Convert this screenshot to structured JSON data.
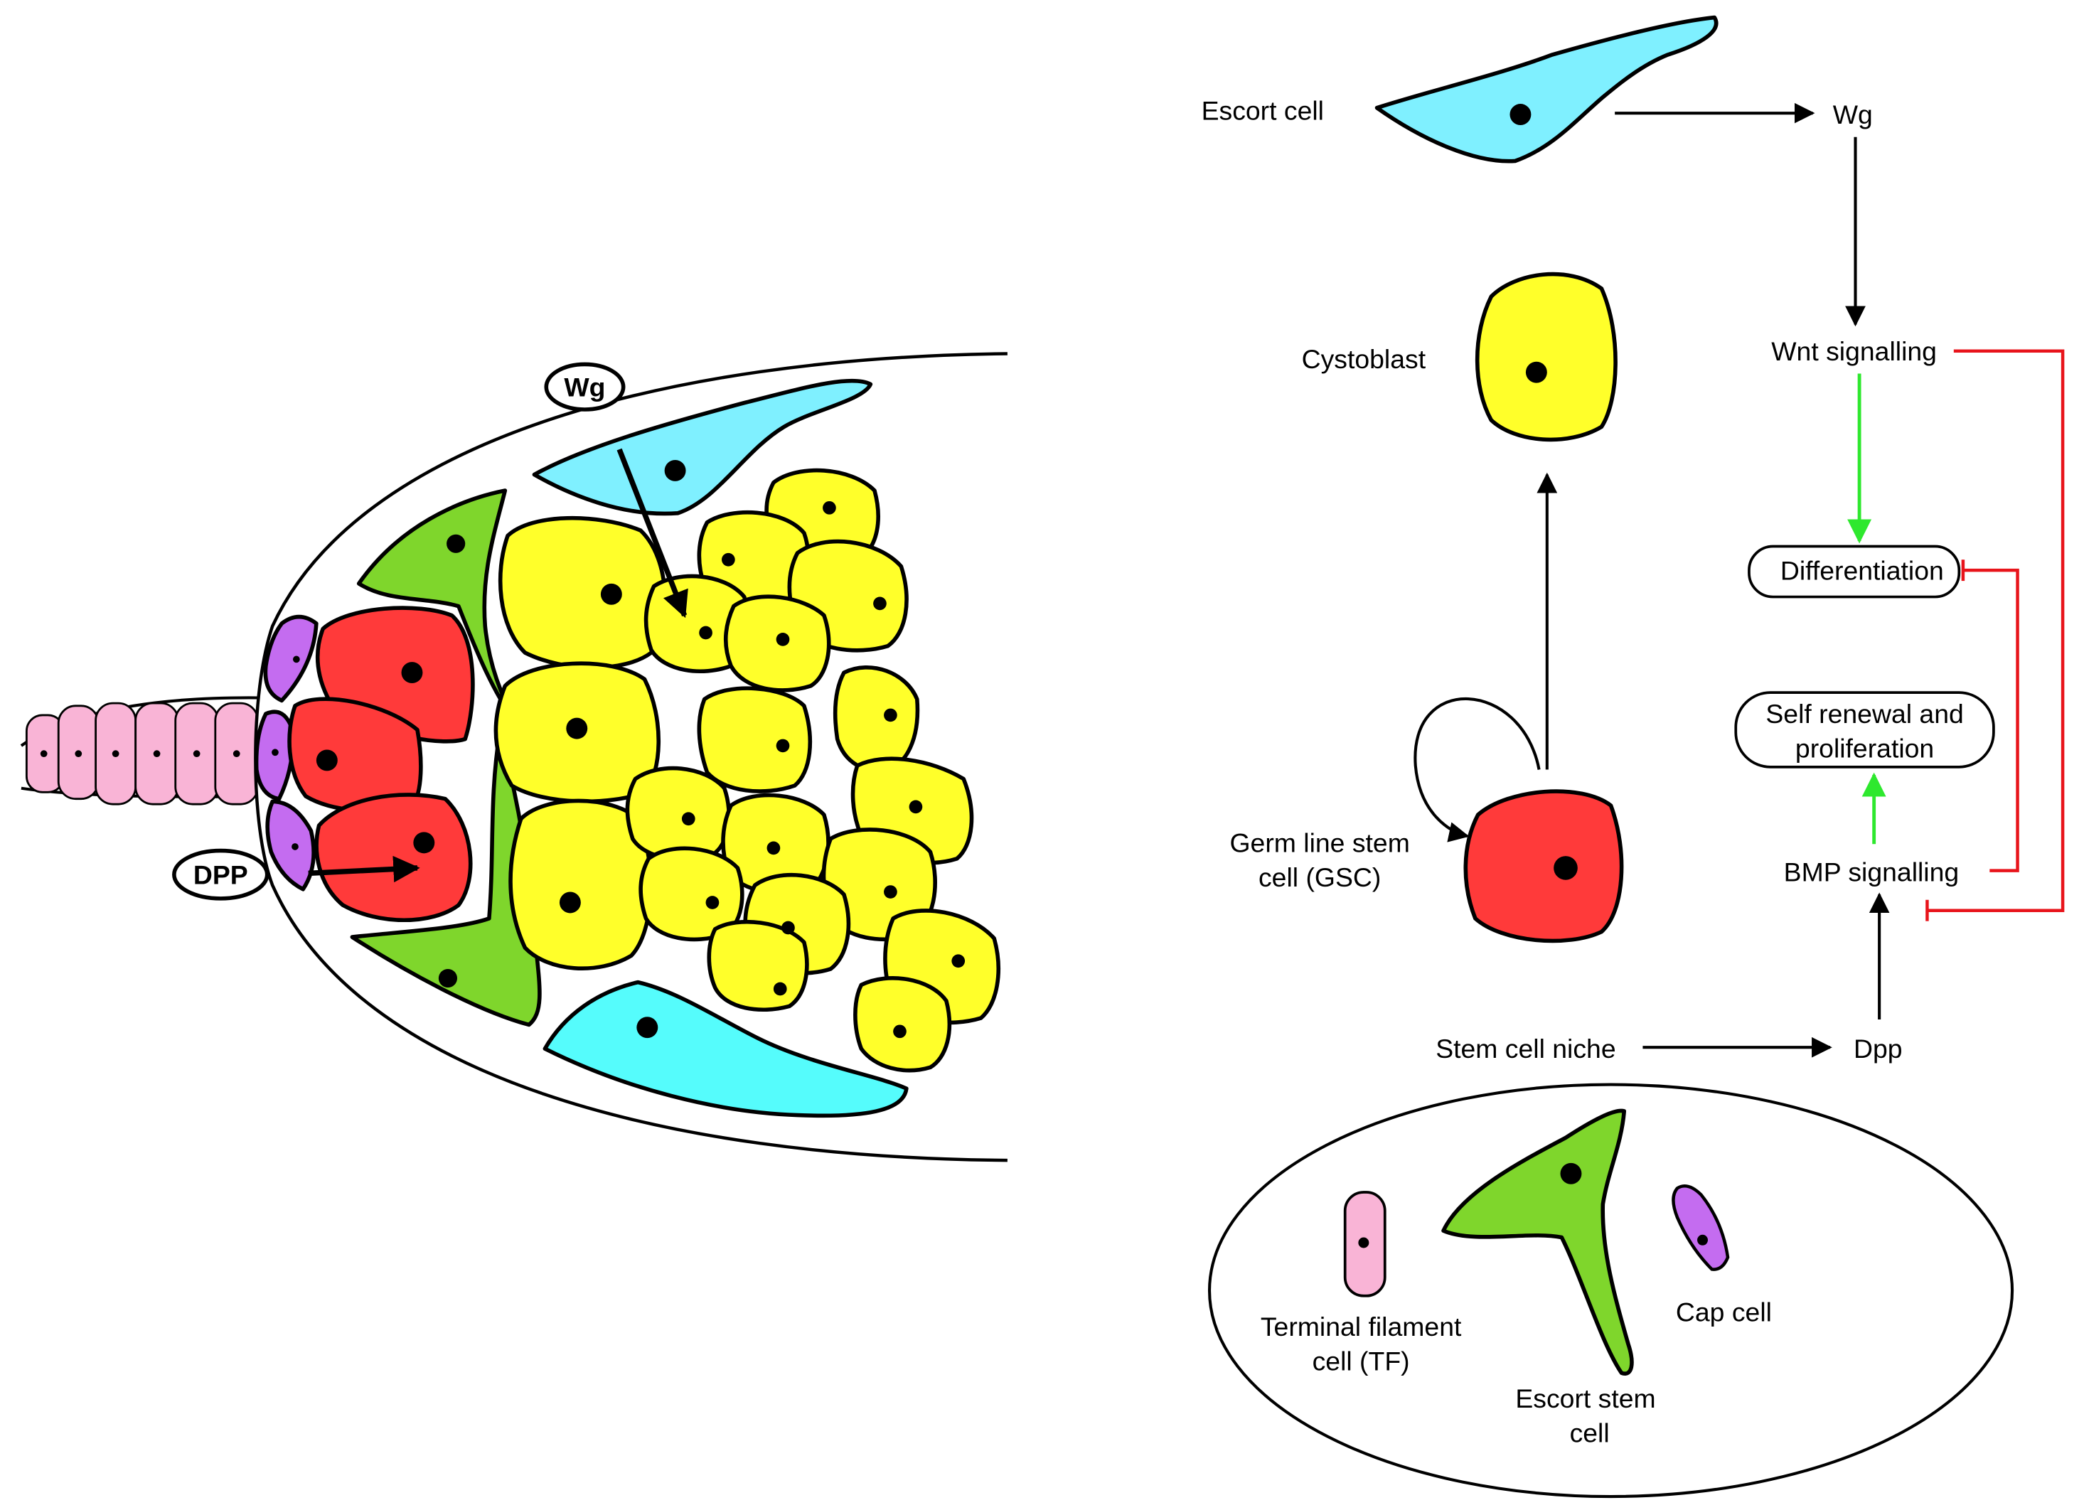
{
  "labels": {
    "wg_tag": "Wg",
    "dpp_tag": "DPP",
    "escort_cell": "Escort cell",
    "wg": "Wg",
    "cystoblast": "Cystoblast",
    "wnt_signalling": "Wnt signalling",
    "differentiation": "Differentiation",
    "self_renewal_1": "Self renewal and",
    "self_renewal_2": "proliferation",
    "gsc_1": "Germ line stem",
    "gsc_2": "cell (GSC)",
    "bmp_signalling": "BMP signalling",
    "stem_cell_niche": "Stem cell niche",
    "dpp": "Dpp",
    "tf_1": "Terminal filament",
    "tf_2": "cell (TF)",
    "escort_stem_1": "Escort stem",
    "escort_stem_2": "cell",
    "cap_cell": "Cap cell"
  },
  "colors": {
    "escort": "#7ff0ff",
    "germline_stem": "#ff3a3a",
    "cystoblast": "#ffff2a",
    "escort_stem": "#7fd62c",
    "cap": "#c46cf0",
    "terminal_filament": "#f9b4d6",
    "activation": "#2ee82e",
    "inhibition": "#e8141b"
  }
}
